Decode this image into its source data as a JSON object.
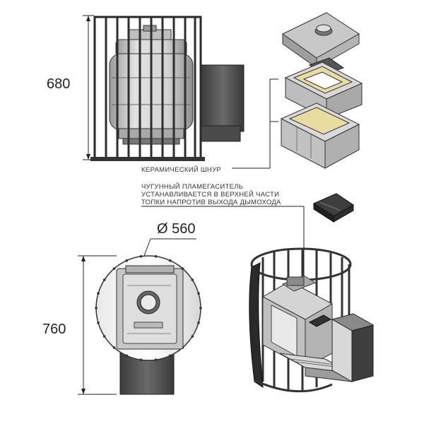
{
  "dimensions": {
    "height_front": "680",
    "height_bottom": "760",
    "diameter": "Ø 560"
  },
  "labels": {
    "ceramic_cord": "КЕРАМИЧЕСКИЙ ШНУР",
    "deflector_line1": "ЧУГУННЫЙ ПЛАМЕГАСИТЕЛЬ",
    "deflector_line2": "УСТАНАВЛИВАЕТСЯ В ВЕРХНЕЙ ЧАСТИ",
    "deflector_line3": "ТОПКИ НАПРОТИВ ВЫХОДА ДЫМОХОДА"
  },
  "colors": {
    "metal": "#cfcfcf",
    "metal_dark": "#555555",
    "cord": "#e8dca0",
    "outline": "#222222"
  }
}
